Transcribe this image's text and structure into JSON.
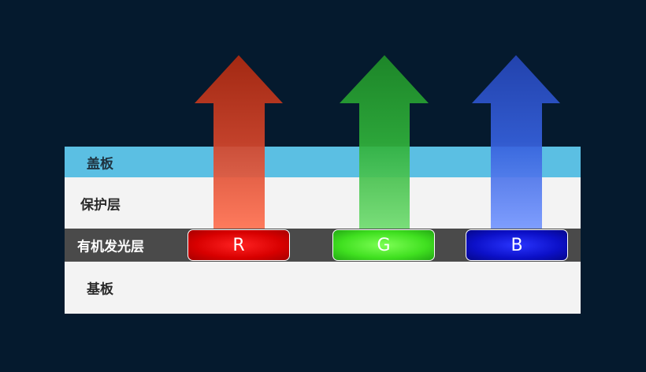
{
  "layers": {
    "cover": "盖板",
    "protect": "保护层",
    "emit": "有机发光层",
    "substrate": "基板"
  },
  "pixels": {
    "r": "R",
    "g": "G",
    "b": "B"
  },
  "colors": {
    "background": "#051a2e",
    "cover": "#5bbfe3",
    "protect": "#f3f3f3",
    "emit": "#4a4a4a",
    "substrate": "#f3f3f3",
    "red_arrow": "#ff5a3a",
    "green_arrow": "#3ccf3c",
    "blue_arrow": "#3a6cff"
  }
}
